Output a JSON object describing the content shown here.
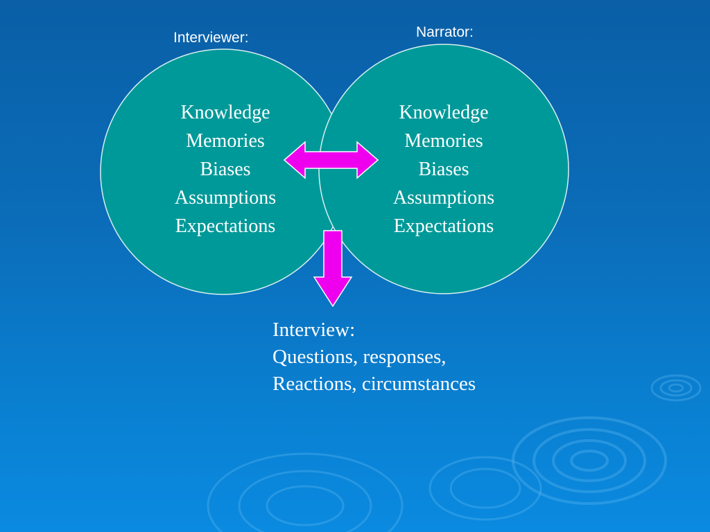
{
  "interviewer": {
    "label": "Interviewer:",
    "items": [
      "Knowledge",
      "Memories",
      "Biases",
      "Assumptions",
      "Expectations"
    ]
  },
  "narrator": {
    "label": "Narrator:",
    "items": [
      "Knowledge",
      "Memories",
      "Biases",
      "Assumptions",
      "Expectations"
    ]
  },
  "interview": {
    "title": "Interview:",
    "lines": [
      "Questions, responses,",
      "Reactions, circumstances"
    ]
  },
  "colors": {
    "circle_fill": "#009999",
    "circle_stroke": "#d8f0f0",
    "arrow_fill": "#ee00ee",
    "arrow_stroke": "#ffffff",
    "text": "#ffffff"
  },
  "icons": {
    "double_arrow": "left-right-arrow-icon",
    "down_arrow": "down-arrow-icon"
  }
}
